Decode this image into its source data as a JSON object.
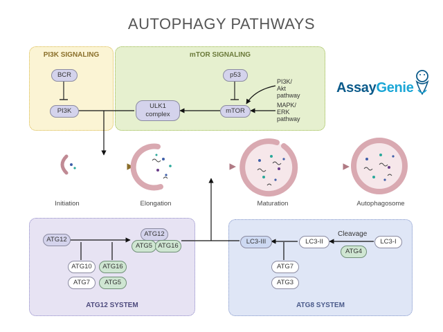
{
  "title": "AUTOPHAGY PATHWAYS",
  "logo": {
    "part1": "Assay",
    "part2": "Genie"
  },
  "panels": {
    "pi3k": {
      "title": "PI3K SIGNALING",
      "nodes": {
        "bcr": "BCR",
        "pi3k": "PI3K"
      }
    },
    "mtor": {
      "title": "mTOR SIGNALING",
      "nodes": {
        "p53": "p53",
        "mtor": "mTOR",
        "ulk1_line1": "ULK1",
        "ulk1_line2": "complex"
      },
      "inputs": {
        "pi3k_akt": [
          "PI3K/",
          "Akt",
          "pathway"
        ],
        "mapk_erk": [
          "MAPK/",
          "ERK",
          "pathway"
        ]
      }
    },
    "atg12": {
      "title": "ATG12 SYSTEM",
      "nodes": {
        "atg12": "ATG12",
        "atg10": "ATG10",
        "atg7": "ATG7",
        "atg16": "ATG16",
        "atg5": "ATG5",
        "complex_atg12": "ATG12",
        "complex_atg5": "ATG5",
        "complex_atg16": "ATG16"
      }
    },
    "atg8": {
      "title": "ATG8 SYSTEM",
      "nodes": {
        "lc3_iii": "LC3-III",
        "lc3_ii": "LC3-II",
        "lc3_i": "LC3-I",
        "atg4": "ATG4",
        "atg7": "ATG7",
        "atg3": "ATG3"
      },
      "cleavage": "Cleavage"
    }
  },
  "stages": {
    "initiation": "Initiation",
    "elongation": "Elongation",
    "maturation": "Maturation",
    "autophagosome": "Autophagosome"
  },
  "colors": {
    "membrane": "#d9a9b1",
    "membrane_stroke": "#c08a94",
    "cargo_blue": "#3f5fa8",
    "cargo_teal": "#2aa89a",
    "cargo_purple": "#6a3d8a"
  }
}
